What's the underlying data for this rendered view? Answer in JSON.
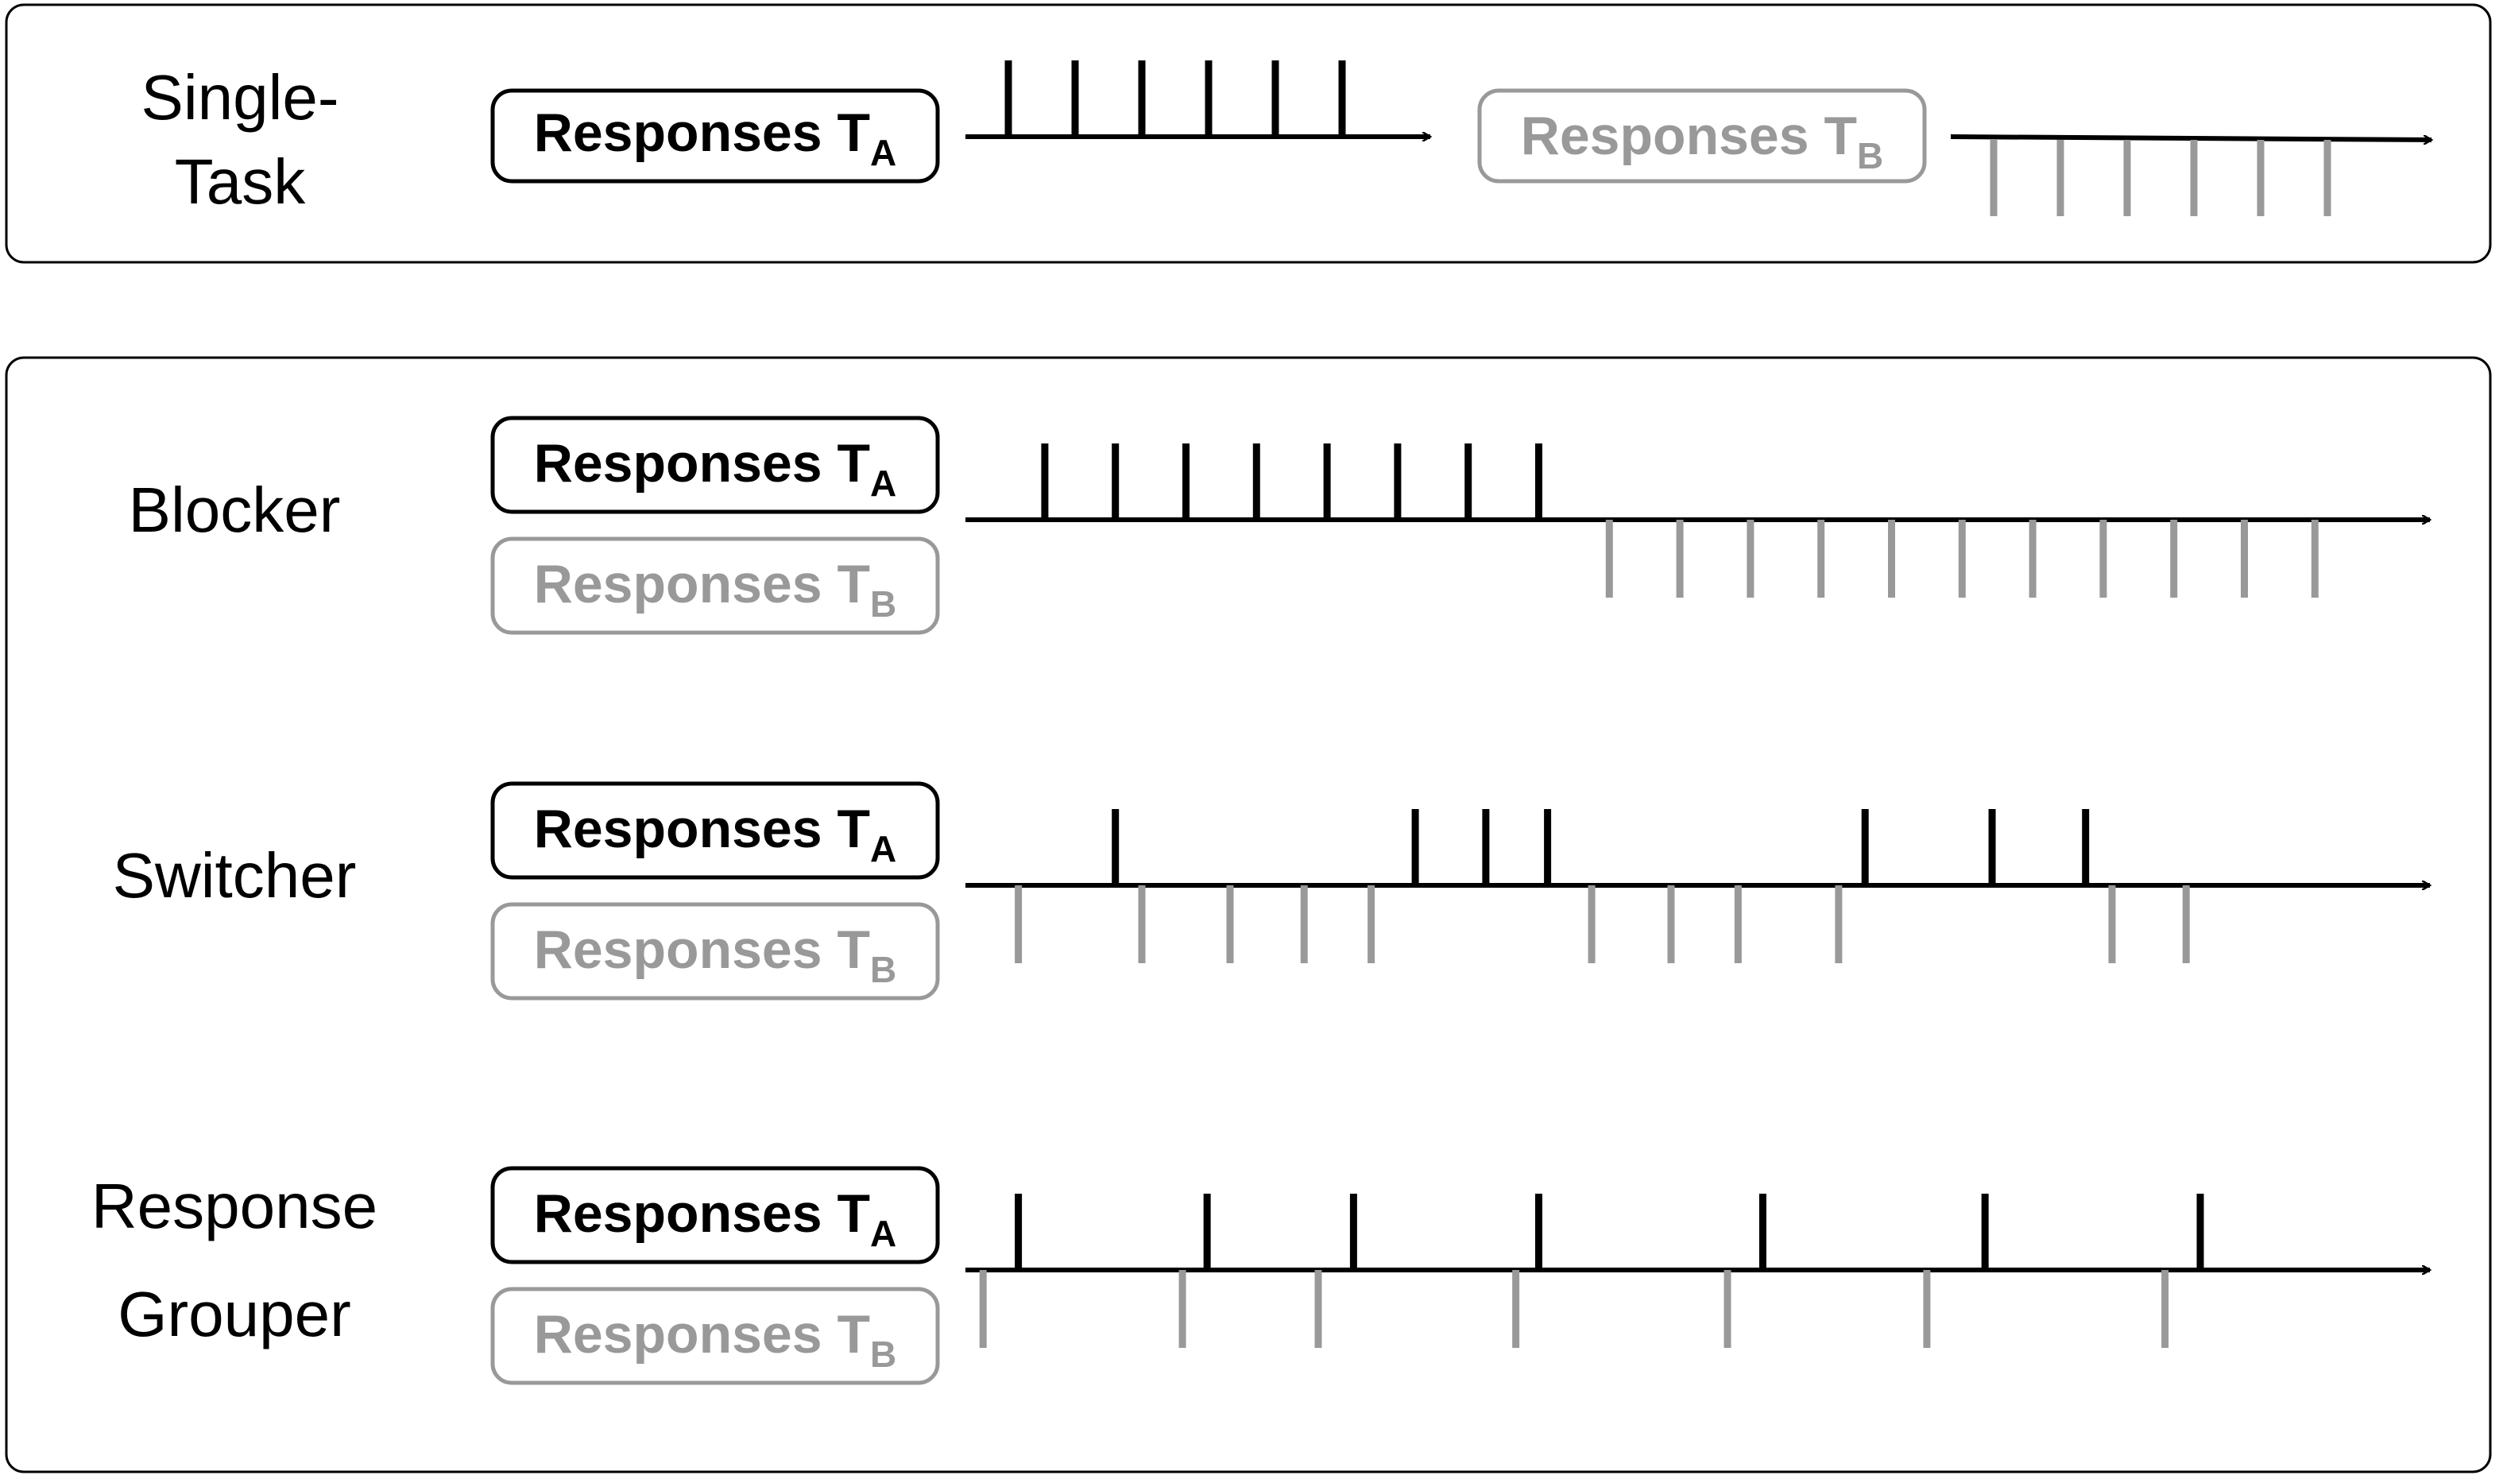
{
  "colors": {
    "task_a": "#000000",
    "task_b": "#999999",
    "panel_border": "#000000"
  },
  "single_task": {
    "label_lines": [
      "Single-",
      "Task"
    ],
    "task_a": {
      "main": "Responses T",
      "sub": "A",
      "ticks": [
        0.18,
        0.46,
        0.74,
        1.02,
        1.3,
        1.58
      ]
    },
    "task_b": {
      "main": "Responses T",
      "sub": "B",
      "ticks": [
        0.18,
        0.46,
        0.74,
        1.02,
        1.3,
        1.58
      ]
    }
  },
  "strategies": [
    {
      "label_lines": [
        "Blocker"
      ],
      "task_a": {
        "main": "Responses T",
        "sub": "A"
      },
      "task_b": {
        "main": "Responses T",
        "sub": "B"
      },
      "ticks_a": [
        0.45,
        0.85,
        1.25,
        1.65,
        2.05,
        2.45,
        2.85,
        3.25
      ],
      "ticks_b": [
        3.65,
        4.05,
        4.45,
        4.85,
        5.25,
        5.65,
        6.05,
        6.45,
        6.85,
        7.25,
        7.65
      ]
    },
    {
      "label_lines": [
        "Switcher"
      ],
      "task_a": {
        "main": "Responses T",
        "sub": "A"
      },
      "task_b": {
        "main": "Responses T",
        "sub": "B"
      },
      "ticks_a": [
        0.85,
        2.55,
        2.95,
        3.3,
        5.1,
        5.82,
        6.35
      ],
      "ticks_b": [
        0.3,
        1.0,
        1.5,
        1.92,
        2.3,
        3.55,
        4.0,
        4.38,
        4.95,
        6.5,
        6.92
      ]
    },
    {
      "label_lines": [
        "Response",
        "Grouper"
      ],
      "task_a": {
        "main": "Responses T",
        "sub": "A"
      },
      "task_b": {
        "main": "Responses T",
        "sub": "B"
      },
      "ticks_a": [
        0.3,
        1.37,
        2.2,
        3.25,
        4.52,
        5.78,
        7.0
      ],
      "ticks_b": [
        0.1,
        1.23,
        2.0,
        3.12,
        4.32,
        5.45,
        6.8
      ]
    }
  ]
}
